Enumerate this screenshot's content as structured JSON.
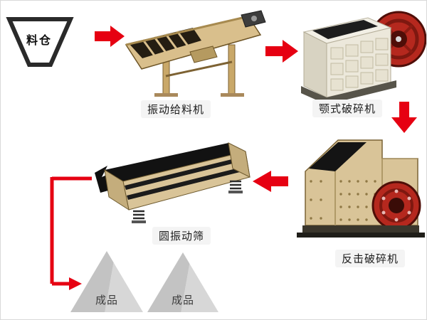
{
  "nodes": {
    "silo": {
      "label": "料仓"
    },
    "feeder": {
      "label": "振动给料机"
    },
    "jaw_crusher": {
      "label": "颚式破碎机"
    },
    "impact_crusher": {
      "label": "反击破碎机"
    },
    "screen": {
      "label": "圆振动筛"
    },
    "product_left": {
      "label": "成品"
    },
    "product_right": {
      "label": "成品"
    }
  },
  "colors": {
    "arrow_red": "#e60012",
    "machine_beige": "#d9c498",
    "machine_cream": "#ece8db",
    "wheel_red": "#b5281e",
    "dark_metal": "#161616",
    "triangle_gray": "#c9c9c9"
  }
}
